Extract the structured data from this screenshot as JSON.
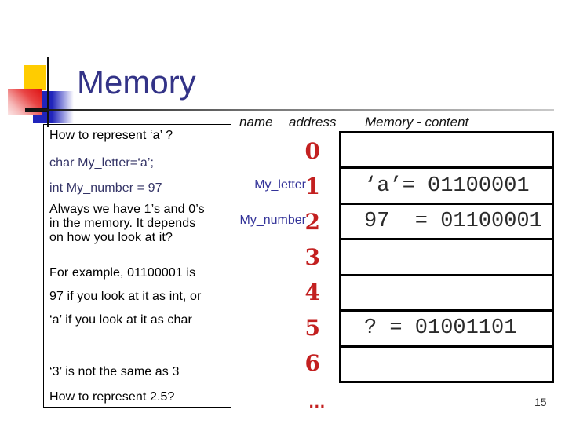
{
  "slide": {
    "title": "Memory",
    "page_number": "15"
  },
  "left_box": {
    "paragraphs": [
      "How to represent ‘a’ ?",
      "char My_letter=‘a’;",
      "int My_number = 97",
      "Always we have 1’s and 0’s\nin the memory. It depends\non how you look at it?",
      "For example, 01100001 is",
      "97 if you look at it as int, or",
      "‘a’ if you look at it as char",
      "‘3’ is not the same as 3",
      "How to represent 2.5?"
    ]
  },
  "headers": {
    "name": "name",
    "address": "address",
    "memory_content": "Memory - content"
  },
  "memory": {
    "rows": [
      {
        "address": "0",
        "name": "",
        "content": ""
      },
      {
        "address": "1",
        "name": "My_letter",
        "content": "‘a’= 01100001"
      },
      {
        "address": "2",
        "name": "My_number",
        "content": "97  = 01100001"
      },
      {
        "address": "3",
        "name": "",
        "content": ""
      },
      {
        "address": "4",
        "name": "",
        "content": ""
      },
      {
        "address": "5",
        "name": "",
        "content": "? = 01001101"
      },
      {
        "address": "6",
        "name": "",
        "content": ""
      }
    ],
    "ellipsis": "..."
  },
  "colors": {
    "title_navy": "#333387",
    "code_navy": "#333366",
    "name_blue": "#333399",
    "address_red": "#C32020",
    "accent_yellow": "#FFCC00",
    "accent_blue": "#2024BB",
    "accent_red": "#DD1111"
  }
}
